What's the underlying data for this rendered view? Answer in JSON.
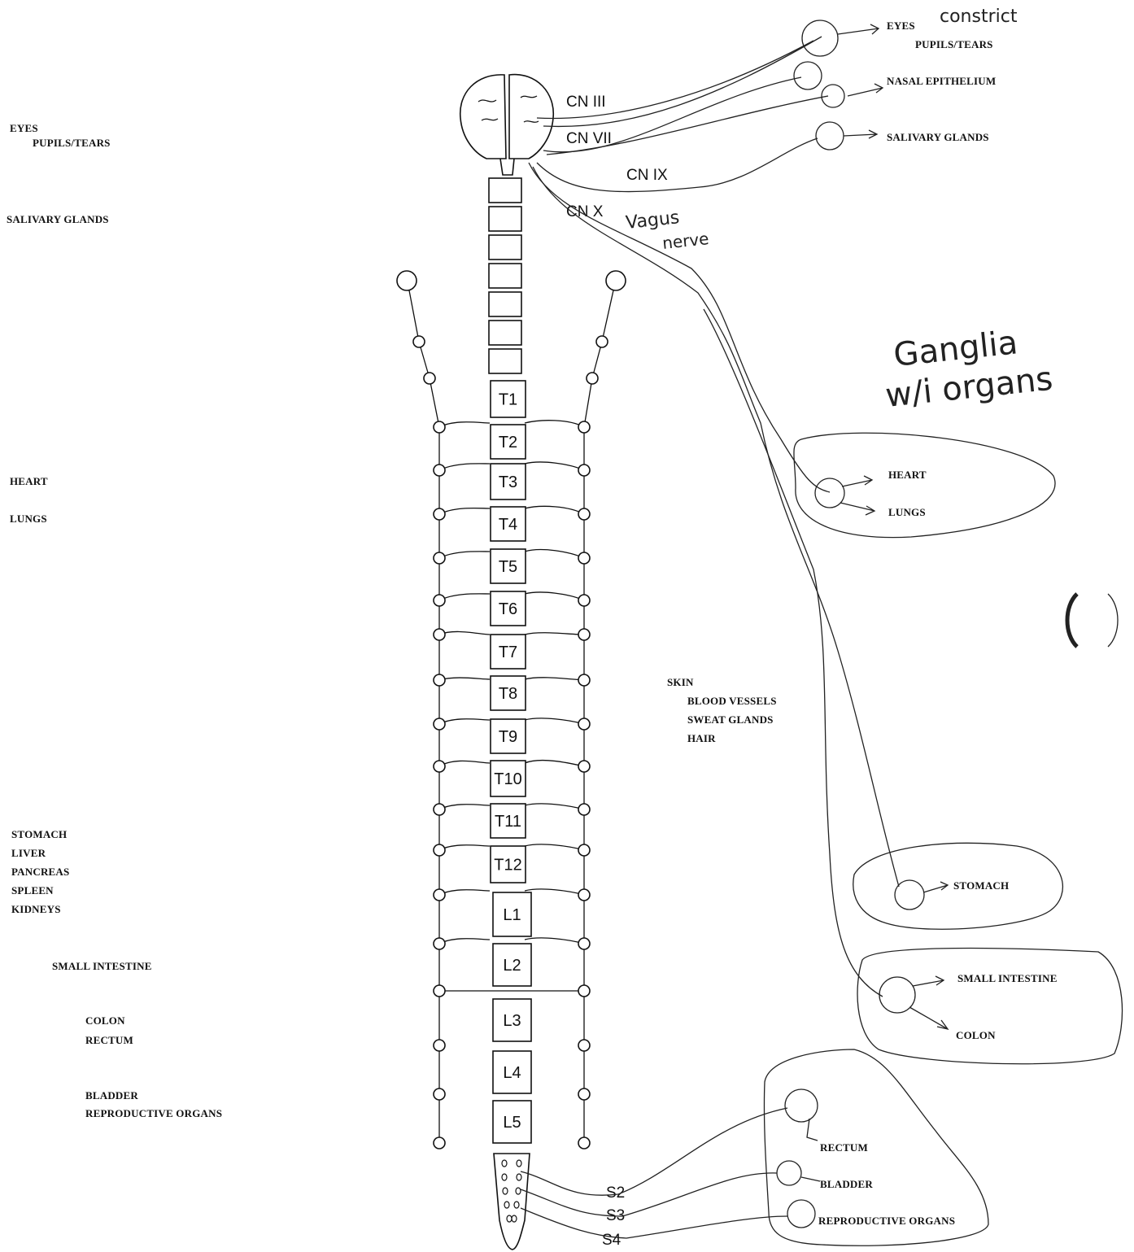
{
  "left_labels": {
    "eyes": "EYES",
    "pupils_tears": "PUPILS/TEARS",
    "salivary": "SALIVARY GLANDS",
    "heart": "HEART",
    "lungs": "LUNGS",
    "stomach": "STOMACH",
    "liver": "LIVER",
    "pancreas": "PANCREAS",
    "spleen": "SPLEEN",
    "kidneys": "KIDNEYS",
    "small_intestine": "SMALL INTESTINE",
    "colon": "COLON",
    "rectum": "RECTUM",
    "bladder": "BLADDER",
    "reproductive": "REPRODUCTIVE ORGANS"
  },
  "middle_labels": {
    "skin": "SKIN",
    "blood_vessels": "BLOOD VESSELS",
    "sweat_glands": "SWEAT GLANDS",
    "hair": "HAIR"
  },
  "right_labels": {
    "eyes": "EYES",
    "pupils_tears": "PUPILS/TEARS",
    "nasal": "NASAL EPITHELIUM",
    "salivary": "SALIVARY GLANDS",
    "heart": "HEART",
    "lungs": "LUNGS",
    "stomach": "STOMACH",
    "small_intestine": "SMALL INTESTINE",
    "colon": "COLON",
    "rectum": "RECTUM",
    "bladder": "BLADDER",
    "reproductive": "REPRODUCTIVE ORGANS"
  },
  "cranial_nerves": {
    "cn3": "CN III",
    "cn7": "CN VII",
    "cn9": "CN IX",
    "cn10": "CN X"
  },
  "segments": [
    "T1",
    "T2",
    "T3",
    "T4",
    "T5",
    "T6",
    "T7",
    "T8",
    "T9",
    "T10",
    "T11",
    "T12",
    "L1",
    "L2",
    "L3",
    "L4",
    "L5"
  ],
  "sacral": {
    "s2": "S2",
    "s3": "S3",
    "s4": "S4"
  },
  "handwritten": {
    "vagus_line1": "Vagus",
    "vagus_line2": "nerve",
    "ganglia_line1": "Ganglia",
    "ganglia_line2": "w/i organs",
    "eyes_note": "constrict",
    "paren": "( )"
  }
}
